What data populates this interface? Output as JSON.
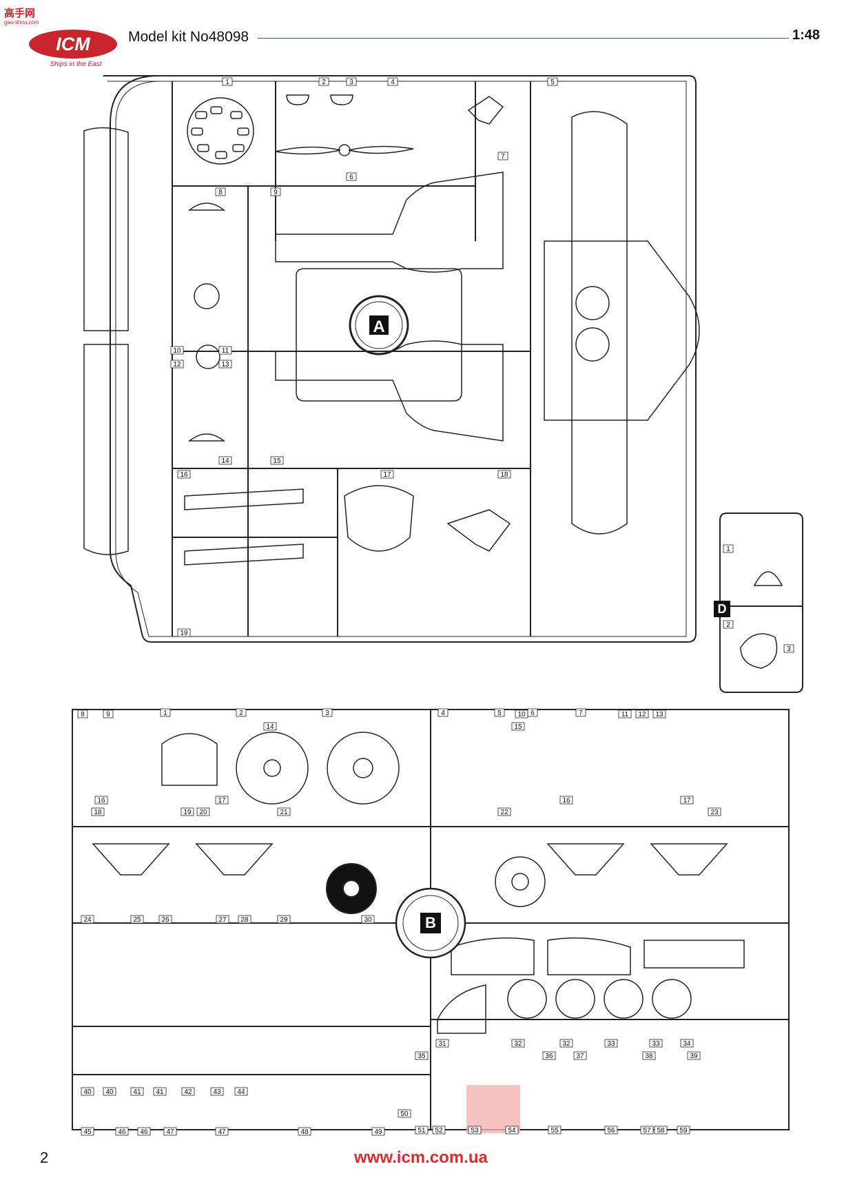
{
  "watermark": {
    "text": "高手网",
    "sub": "gao-shou.com"
  },
  "logo": {
    "brand": "ICM",
    "tagline": "Ships in the East",
    "color": "#c8262c"
  },
  "header": {
    "title": "Model kit No48098",
    "scale": "1:48"
  },
  "footer": {
    "page_number": "2",
    "url": "www.icm.com.ua"
  },
  "sprue_a": {
    "letter": "A",
    "labels": [
      "1",
      "2",
      "3",
      "4",
      "5",
      "6",
      "7",
      "8",
      "9",
      "10",
      "11",
      "12",
      "13",
      "14",
      "15",
      "16",
      "17",
      "18",
      "19"
    ]
  },
  "sprue_d": {
    "letter": "D",
    "labels": [
      "1",
      "2",
      "3"
    ]
  },
  "sprue_b": {
    "letter": "B",
    "labels": [
      "1",
      "2",
      "3",
      "4",
      "5",
      "6",
      "7",
      "8",
      "9",
      "10",
      "11",
      "12",
      "13",
      "14",
      "15",
      "16",
      "17",
      "16",
      "17",
      "18",
      "19",
      "20",
      "21",
      "22",
      "23",
      "24",
      "25",
      "26",
      "27",
      "28",
      "29",
      "30",
      "31",
      "32",
      "32",
      "33",
      "33",
      "34",
      "35",
      "36",
      "37",
      "38",
      "39",
      "40",
      "40",
      "41",
      "41",
      "42",
      "43",
      "44",
      "45",
      "46",
      "46",
      "47",
      "47",
      "48",
      "49",
      "50",
      "51",
      "52",
      "53",
      "54",
      "55",
      "56",
      "57",
      "58",
      "59"
    ],
    "highlighted_parts": [
      "51",
      "52"
    ]
  },
  "colors": {
    "accent": "#e2282e",
    "highlight": "#f4b3b3"
  }
}
